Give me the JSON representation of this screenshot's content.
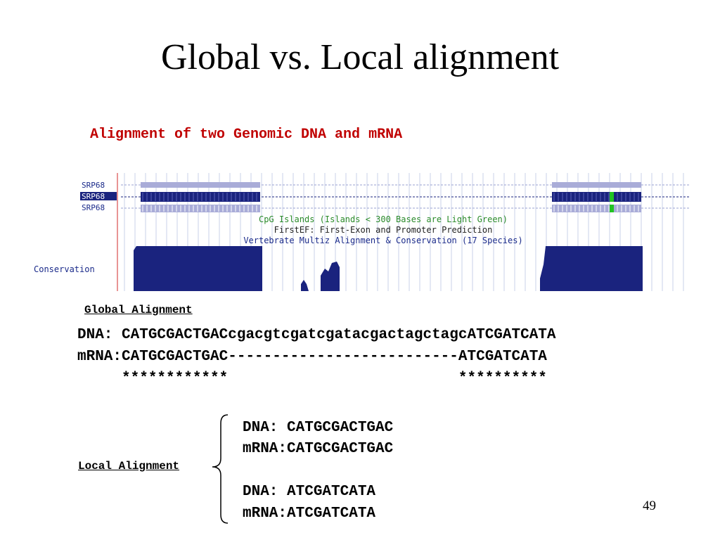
{
  "slide": {
    "title": "Global vs. Local alignment",
    "subtitle": "Alignment of two Genomic DNA and mRNA",
    "page_number": "49"
  },
  "browser": {
    "tracks": [
      "SRP68",
      "SRP68",
      "SRP68"
    ],
    "captions": [
      "CpG Islands (Islands < 300 Bases are Light Green)",
      "FirstEF: First-Exon and Promoter Prediction",
      "Vertebrate Multiz Alignment & Conservation (17 Species)"
    ],
    "conservation_label": "Conservation",
    "colors": {
      "dark_exon": "#1a237e",
      "light_exon": "#a9acd8",
      "green": "#22c322",
      "caption_green": "#2a8a2a",
      "caption_dark": "#222222",
      "label_blue": "#1a2a8a"
    }
  },
  "global": {
    "label": "Global Alignment",
    "dna": "DNA: CATGCGACTGACcgacgtcgatcgatacgactagctagcATCGATCATA",
    "mrna": "mRNA:CATGCGACTGAC--------------------------ATCGATCATA",
    "stars": "     ************                          **********"
  },
  "local": {
    "label": "Local Alignment",
    "block1_dna": "DNA: CATGCGACTGAC",
    "block1_mrna": "mRNA:CATGCGACTGAC",
    "block2_dna": "DNA: ATCGATCATA",
    "block2_mrna": "mRNA:ATCGATCATA"
  }
}
